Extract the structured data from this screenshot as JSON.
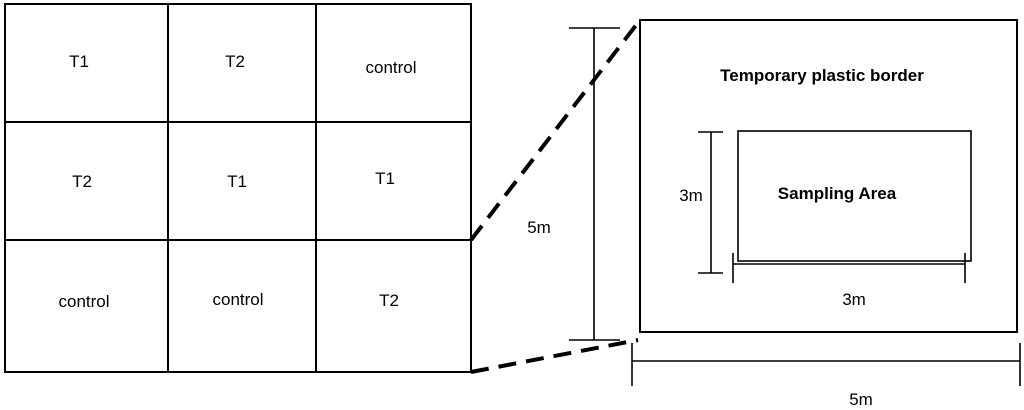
{
  "grid": {
    "rows": [
      [
        "T1",
        "T2",
        "control"
      ],
      [
        "T2",
        "T1",
        "T1"
      ],
      [
        "control",
        "control",
        "T2"
      ]
    ]
  },
  "plot": {
    "side_label": "5m",
    "bottom_label": "5m",
    "border_label": "Temporary plastic border",
    "sampling": {
      "label": "Sampling Area",
      "height_label": "3m",
      "width_label": "3m"
    }
  },
  "colors": {
    "line": "#000000",
    "background": "#ffffff"
  }
}
